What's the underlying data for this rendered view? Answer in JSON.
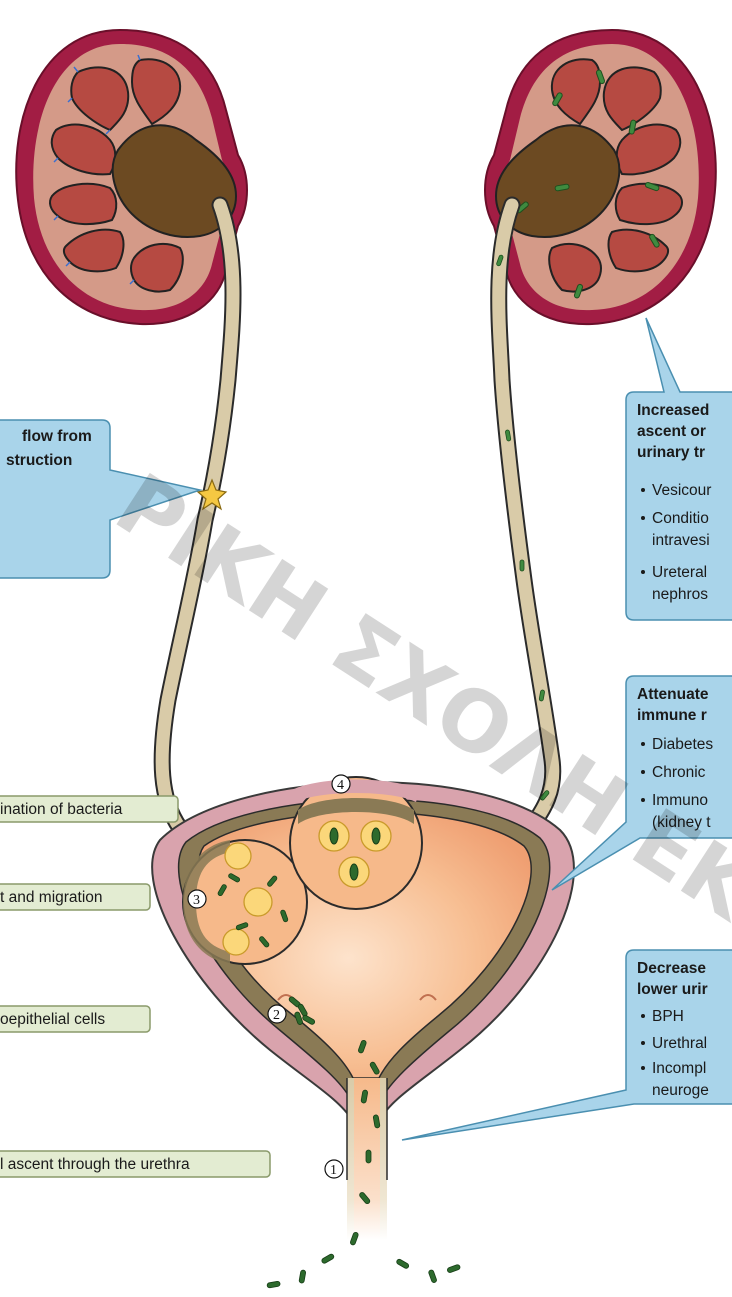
{
  "left_callouts": {
    "obstruction": {
      "line1": "flow from",
      "line2": "struction"
    },
    "steps": [
      {
        "text": "ination of bacteria"
      },
      {
        "text": "t and migration"
      },
      {
        "text": "oepithelial cells"
      },
      {
        "text": "l ascent through the urethra"
      }
    ]
  },
  "right_callouts": {
    "increased": {
      "lines": [
        "Increased",
        "ascent or",
        "urinary tr"
      ],
      "bullets": [
        "Vesicour",
        "Conditio",
        "intravesi",
        "Ureteral",
        "nephros"
      ]
    },
    "attenuated": {
      "lines": [
        "Attenuate",
        "immune r"
      ],
      "bullets": [
        "Diabetes",
        "Chronic",
        "Immuno",
        "(kidney t"
      ]
    },
    "decreased": {
      "lines": [
        "Decrease",
        "lower urir"
      ],
      "bullets": [
        "BPH",
        "Urethral",
        "Incompl",
        "neuroge"
      ]
    }
  },
  "step_markers": [
    "①",
    "②",
    "③",
    "④"
  ],
  "watermark": "PIKH ΣΧΟΛΗ ΕΚΠ",
  "colors": {
    "callout_blue": "#a9d4ea",
    "callout_border": "#4a8fb0",
    "label_green": "#e3ecd2",
    "label_border": "#8a9a6a",
    "kidney_outer": "#a21d44",
    "kidney_inner": "#d49a88",
    "pyramid": "#b64a42",
    "pelvis": "#6c4a22",
    "ureter": "#d9cba8",
    "bladder_wall": "#d9a3ad",
    "bladder_muscle": "#8a7a55",
    "bladder_lumen": "#f6b98a",
    "bacteria": "#2d6a2d"
  }
}
